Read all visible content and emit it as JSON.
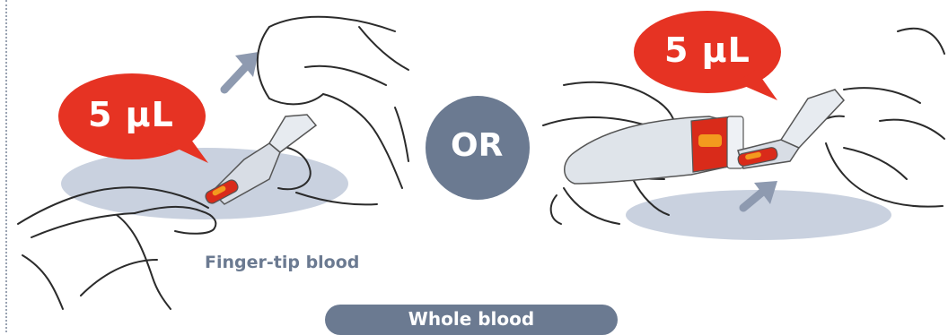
{
  "left_panel": {
    "bubble_text": "5 µL",
    "caption": "Finger-tip blood"
  },
  "center": {
    "or_text": "OR"
  },
  "right_panel": {
    "bubble_text": "5 µL"
  },
  "footer": {
    "label": "Whole blood"
  },
  "colors": {
    "bubble_red": "#e63323",
    "slate": "#6b7a91",
    "shadow": "#c9d1df",
    "arrow": "#8e9ab0",
    "blood": "#d92b1a",
    "blood_highlight": "#f39a1e"
  }
}
